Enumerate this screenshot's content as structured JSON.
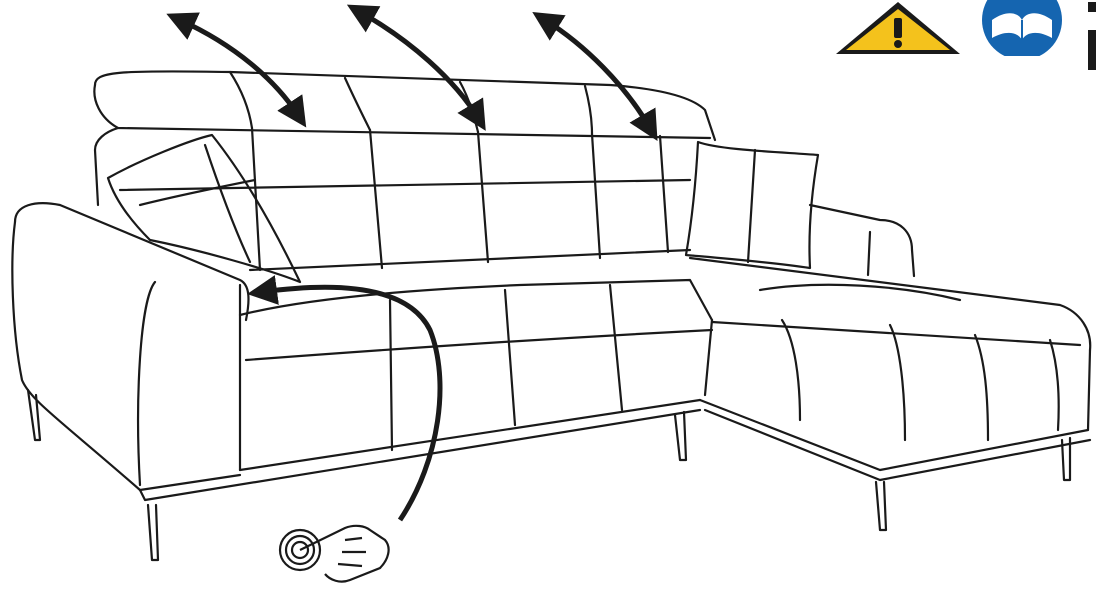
{
  "colors": {
    "outline": "#1a1a1a",
    "arrow": "#1a1a1a",
    "warning_fill": "#f4c21c",
    "manual_fill": "#1565b0",
    "background": "#ffffff"
  },
  "icons": {
    "warning": "warning-triangle-icon",
    "manual": "read-manual-icon",
    "press": "hand-press-icon"
  },
  "headrest_arrows": [
    {
      "name": "headrest-1-arrow"
    },
    {
      "name": "headrest-2-arrow"
    },
    {
      "name": "headrest-3-arrow"
    }
  ]
}
